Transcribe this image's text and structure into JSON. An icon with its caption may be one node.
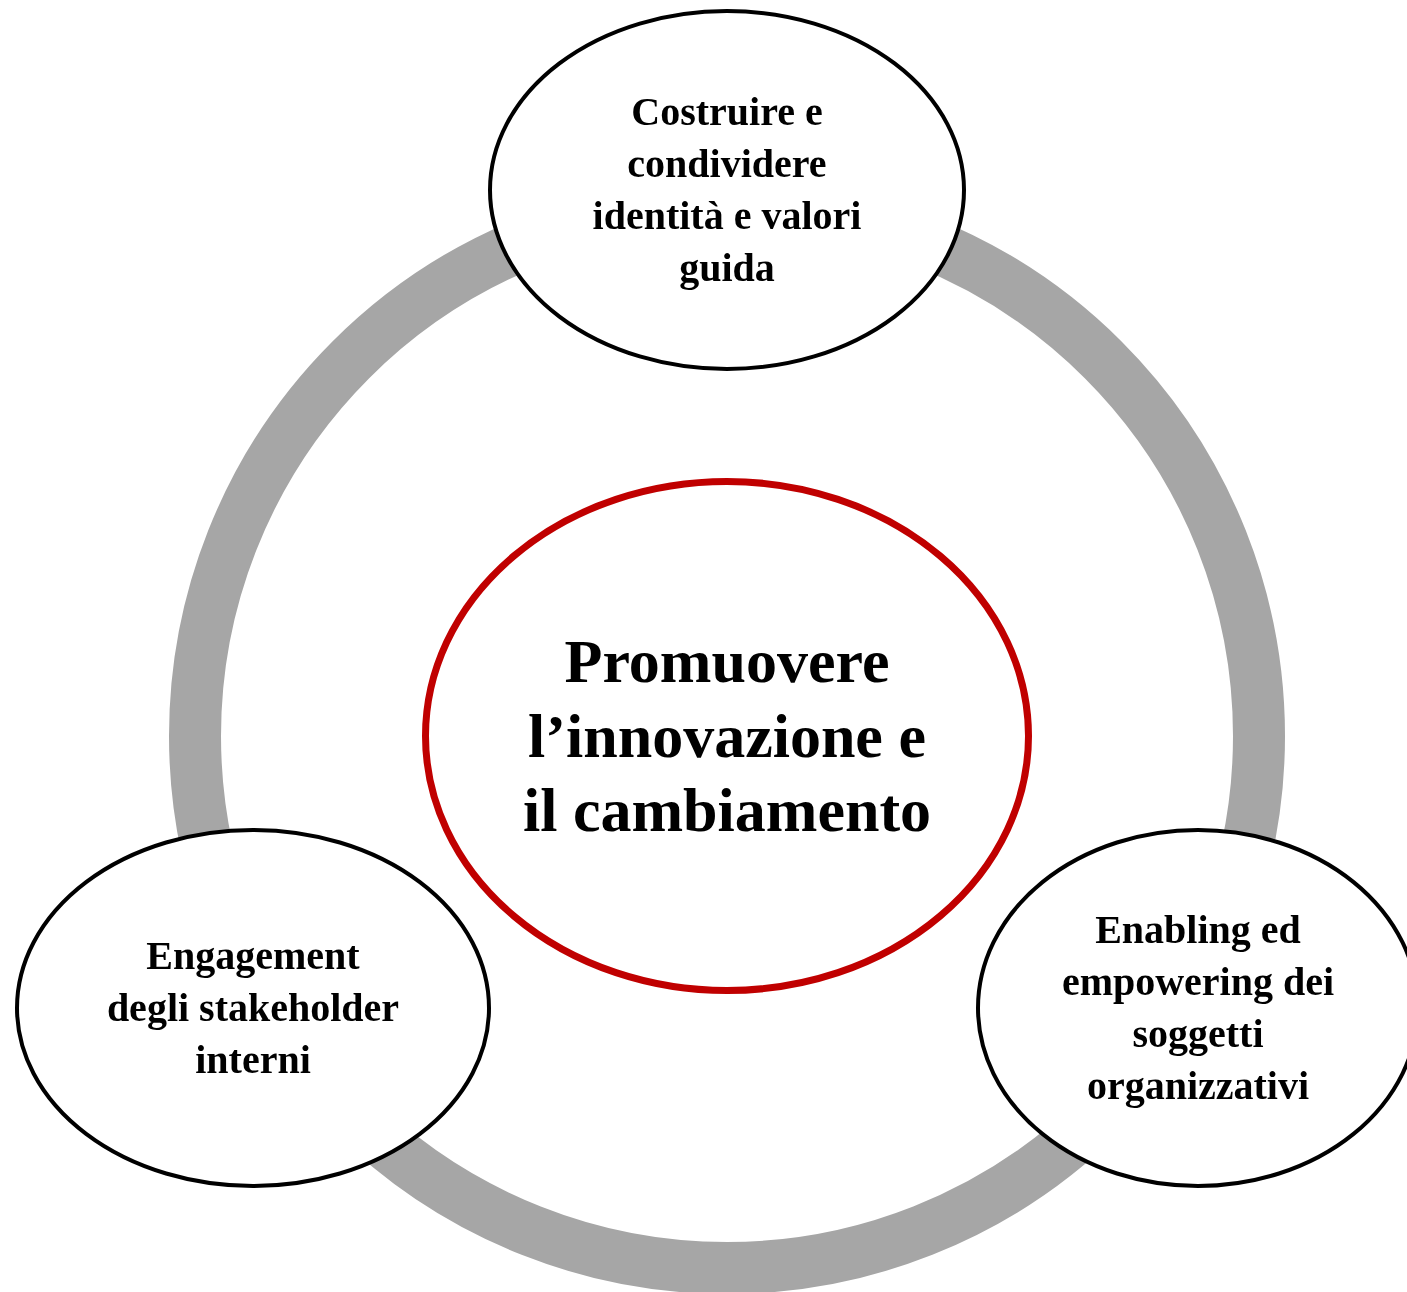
{
  "diagram": {
    "nodes": [
      {
        "text": [
          "Costruire e condividere identità e valori guida"
        ]
      },
      {
        "text": [
          "Promuovere l’innovazione e il cambiamento"
        ]
      },
      {
        "text": [
          "Engagement degli stakeholder interni"
        ]
      },
      {
        "text": [
          "Enabling ed empowering dei soggetti organizzativi"
        ]
      }
    ]
  }
}
